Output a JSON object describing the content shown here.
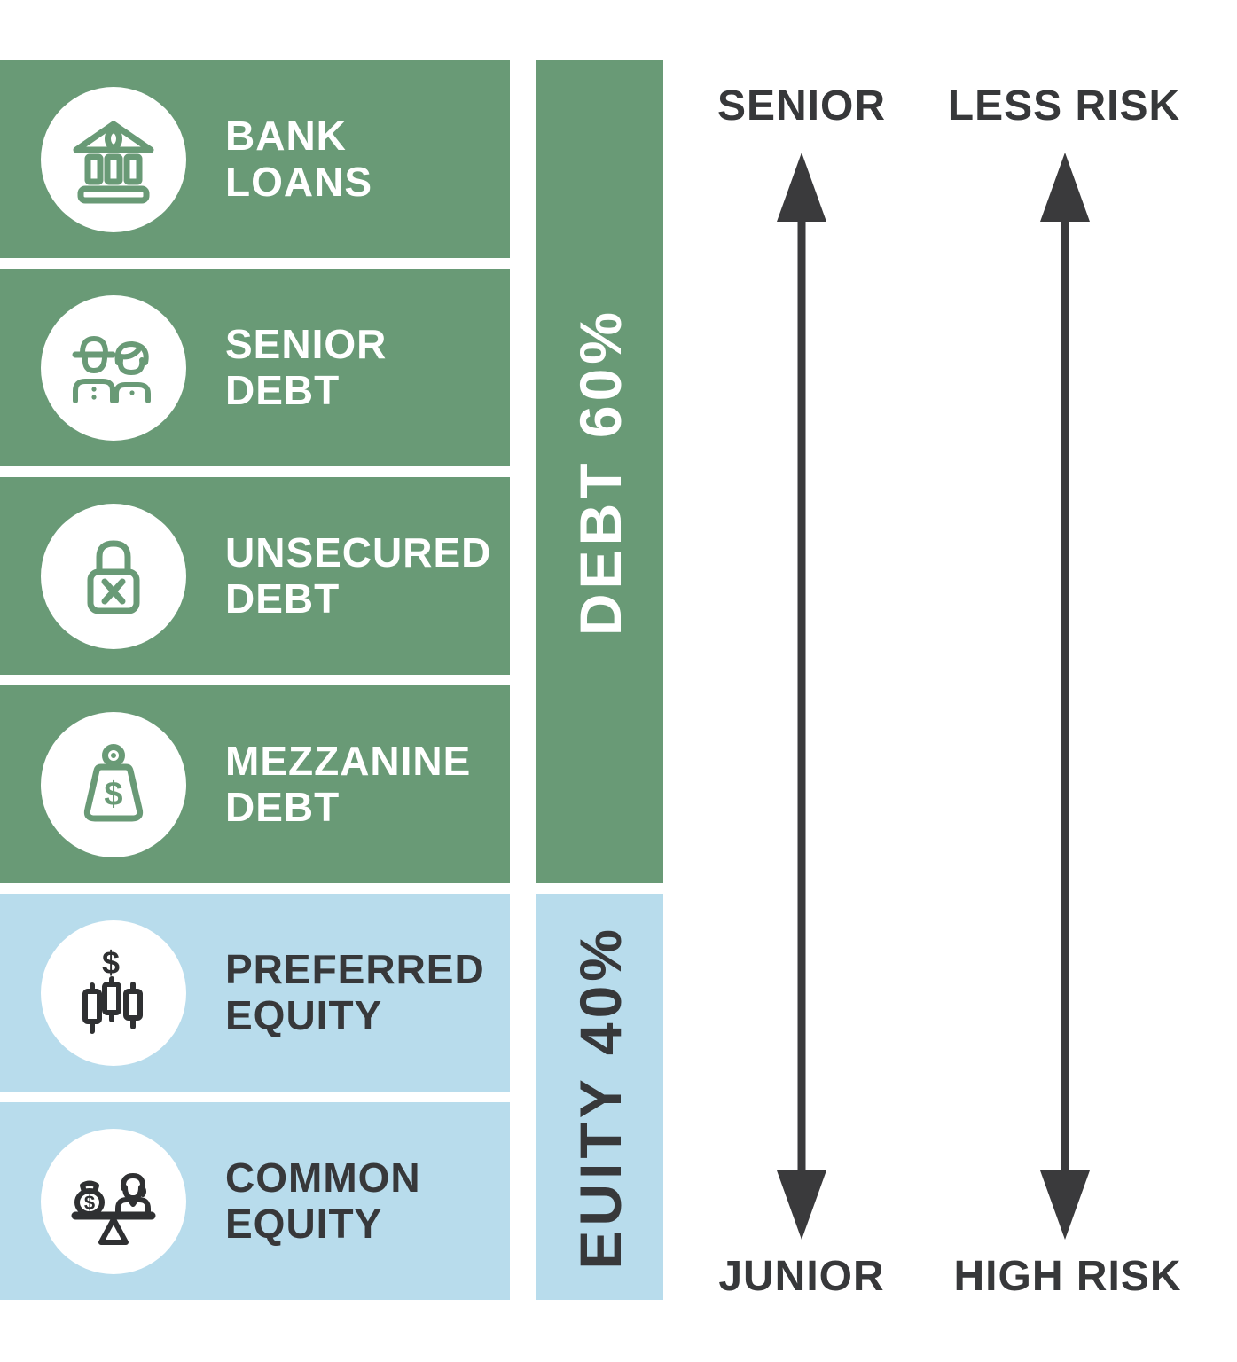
{
  "palette": {
    "green": "#699a76",
    "light_blue": "#b8dcec",
    "dark_text": "#37383a",
    "white": "#ffffff"
  },
  "capital_stack": {
    "rows": [
      {
        "icon": "bank-icon",
        "group": "debt",
        "lines": [
          "BANK",
          "LOANS"
        ]
      },
      {
        "icon": "senior-couple-icon",
        "group": "debt",
        "lines": [
          "SENIOR",
          "DEBT"
        ]
      },
      {
        "icon": "unsecured-lock-icon",
        "group": "debt",
        "lines": [
          "UNSECURED",
          "DEBT"
        ]
      },
      {
        "icon": "weight-dollar-icon",
        "group": "debt",
        "lines": [
          "MEZZANINE",
          "DEBT"
        ]
      },
      {
        "icon": "stock-candles-dollar-icon",
        "group": "equity",
        "lines": [
          "PREFERRED",
          "EQUITY"
        ]
      },
      {
        "icon": "balance-scale-icon",
        "group": "equity",
        "lines": [
          "COMMON",
          "EQUITY"
        ]
      }
    ],
    "groups": [
      {
        "label": "DEBT 60%",
        "color": "#699a76"
      },
      {
        "label": "EUITY 40%",
        "color": "#b8dcec"
      }
    ]
  },
  "axes": [
    {
      "top_label": "SENIOR",
      "bottom_label": "JUNIOR"
    },
    {
      "top_label": "LESS RISK",
      "bottom_label": "HIGH RISK"
    }
  ],
  "icons": {
    "dollar_glyph": "$"
  }
}
